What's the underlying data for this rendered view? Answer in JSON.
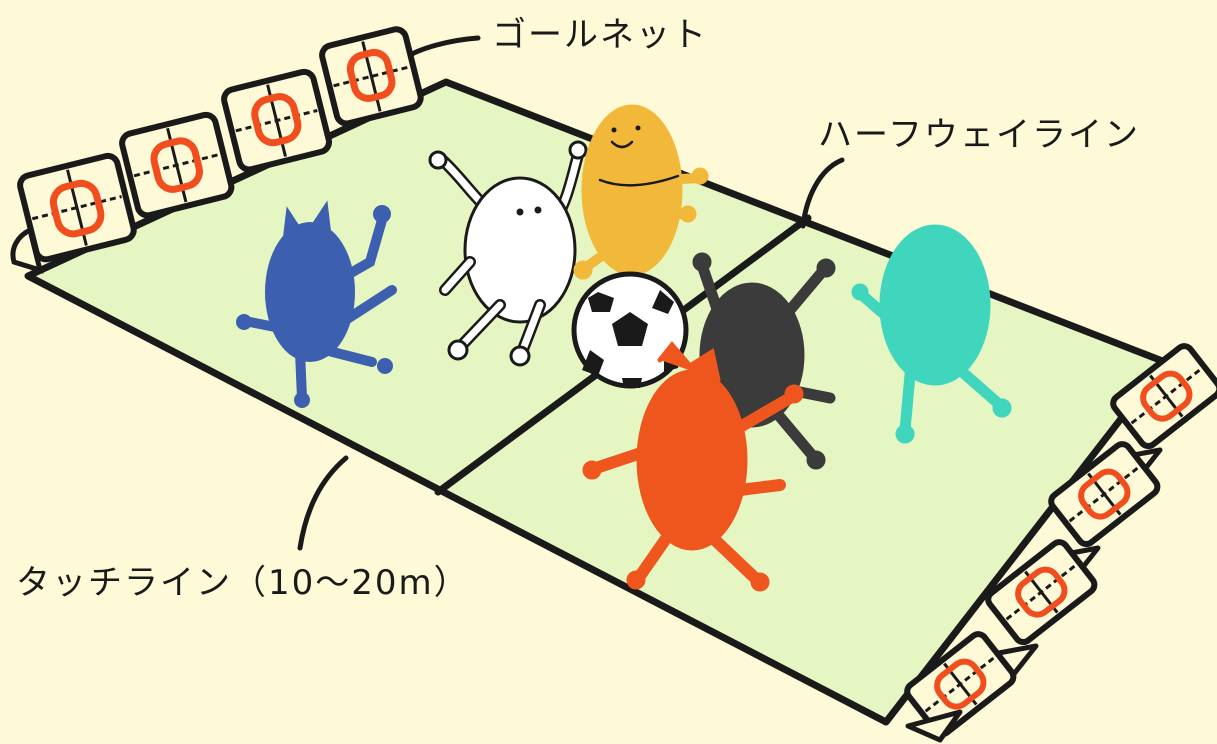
{
  "labels": {
    "goal_net": "ゴールネット",
    "halfway_line": "ハーフウェイライン",
    "touchline": "タッチライン（10〜20m）"
  },
  "colors": {
    "background": "#fef9d6",
    "field": "#e6f6c2",
    "line": "#1a1a1a",
    "net_frame": "#1a1a1a",
    "net_marker": "#f04e1e",
    "cat_blue": "#3d5fb0",
    "cat_white": "#ffffff",
    "cat_yellow": "#f2b83a",
    "cat_black": "#3b3b3b",
    "cat_orange": "#ef561e",
    "cat_teal": "#3fd6bd"
  },
  "players": [
    {
      "name": "blue-cat",
      "color": "cat_blue"
    },
    {
      "name": "white-cat",
      "color": "cat_white"
    },
    {
      "name": "yellow-cat",
      "color": "cat_yellow"
    },
    {
      "name": "black-cat",
      "color": "cat_black"
    },
    {
      "name": "orange-cat",
      "color": "cat_orange"
    },
    {
      "name": "teal-cat",
      "color": "cat_teal"
    }
  ],
  "ball": {
    "name": "soccer-ball"
  }
}
